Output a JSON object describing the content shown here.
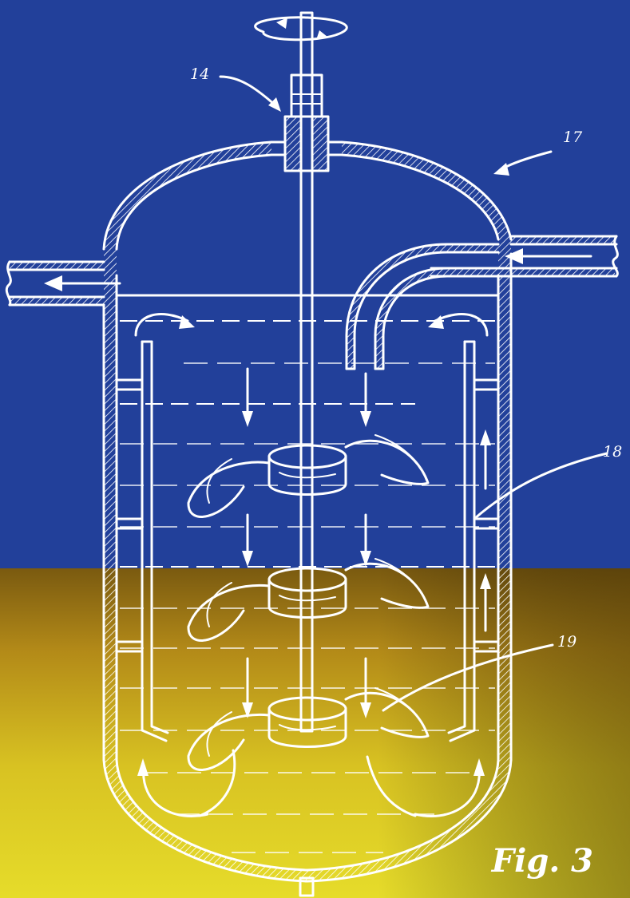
{
  "figure": {
    "caption": "Fig. 3",
    "labels": {
      "shaft": "14",
      "vessel": "17",
      "draft_tube": "18",
      "impeller": "19"
    }
  },
  "colors": {
    "top_background": "#22409a",
    "bottom_background_gold": "#b58a1a",
    "bottom_background_yellow": "#e2d424",
    "line": "#ffffff"
  }
}
